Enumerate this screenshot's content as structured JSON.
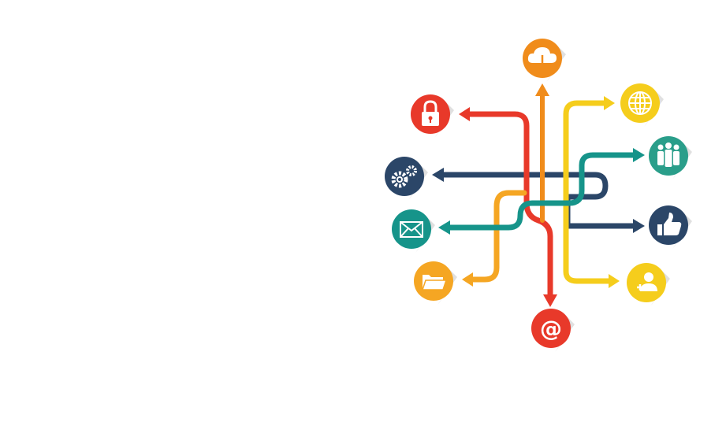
{
  "colors": {
    "red": "#e8392a",
    "orange_dark": "#f08c1b",
    "orange": "#f5a623",
    "yellow": "#f5cd1c",
    "teal": "#16948a",
    "navy": "#2b4668",
    "green": "#2a9e8a",
    "white": "#ffffff"
  },
  "icons": [
    {
      "id": "cloud-download",
      "name": "cloud-download-icon",
      "color_key": "orange_dark"
    },
    {
      "id": "lock",
      "name": "lock-icon",
      "color_key": "red"
    },
    {
      "id": "globe",
      "name": "globe-icon",
      "color_key": "yellow"
    },
    {
      "id": "settings",
      "name": "gears-icon",
      "color_key": "navy"
    },
    {
      "id": "users",
      "name": "users-group-icon",
      "color_key": "green"
    },
    {
      "id": "mail",
      "name": "envelope-icon",
      "color_key": "teal"
    },
    {
      "id": "like",
      "name": "thumbs-up-icon",
      "color_key": "navy"
    },
    {
      "id": "folder",
      "name": "folder-icon",
      "color_key": "orange"
    },
    {
      "id": "add-user",
      "name": "add-user-icon",
      "color_key": "yellow"
    },
    {
      "id": "email-at",
      "name": "at-sign-icon",
      "color_key": "red"
    }
  ],
  "labels": {
    "at_symbol": "@"
  }
}
